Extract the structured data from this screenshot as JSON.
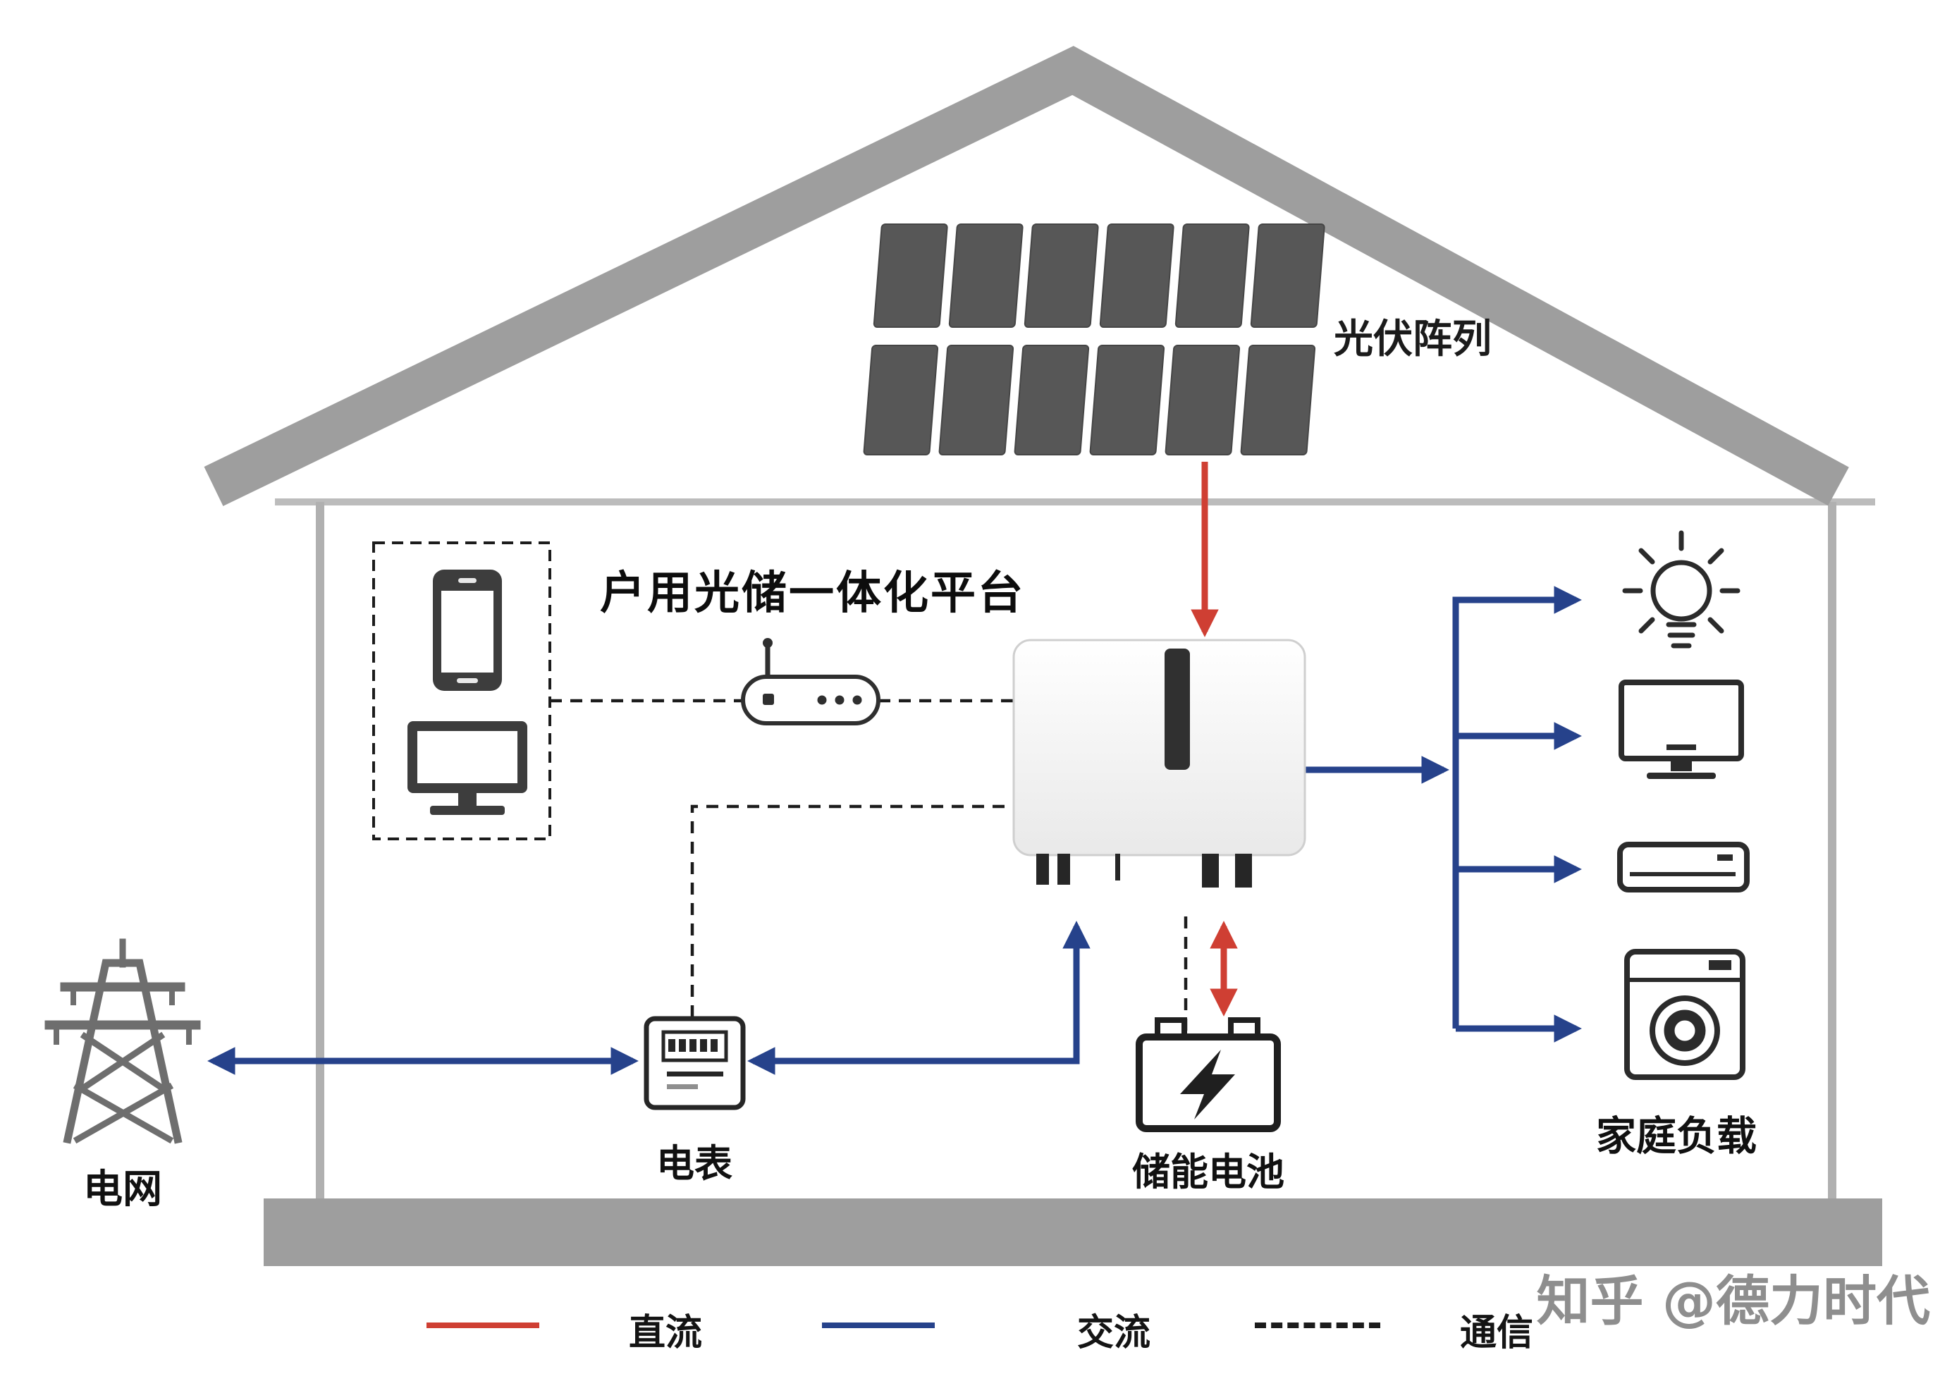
{
  "title": "户用光储一体化平台",
  "labels": {
    "pv_array": "光伏阵列",
    "grid": "电网",
    "meter": "电表",
    "battery": "储能电池",
    "home_loads": "家庭负载"
  },
  "legend": {
    "dc": {
      "label": "直流",
      "style": "solid",
      "color": "#cf3f33"
    },
    "ac": {
      "label": "交流",
      "style": "solid",
      "color": "#26428b"
    },
    "comm": {
      "label": "通信",
      "style": "dashed",
      "color": "#1c1c1c"
    }
  },
  "watermark": "知乎 @德力时代",
  "colors": {
    "house_gray": "#9e9e9e",
    "panel_gray": "#575757",
    "dc_red": "#cf3f33",
    "ac_blue": "#26428b",
    "comm_black": "#1c1c1c",
    "icon_dark": "#2b2b2b"
  },
  "icons": {
    "monitoring": [
      "smartphone-icon",
      "monitor-icon",
      "router-icon"
    ],
    "system": [
      "pv-array",
      "inverter",
      "meter-icon",
      "battery-icon",
      "grid-tower-icon"
    ],
    "loads": [
      "bulb-icon",
      "tv-icon",
      "air-conditioner-icon",
      "washing-machine-icon"
    ]
  }
}
